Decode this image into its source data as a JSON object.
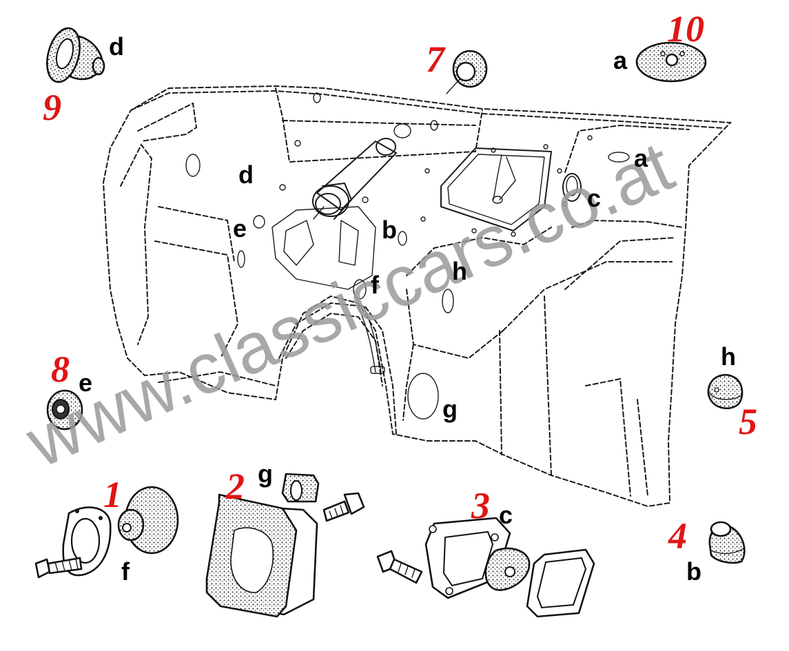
{
  "watermark": "www.classiccars.co.at",
  "colors": {
    "number_red": "#e01515",
    "letter_black": "#000000",
    "line": "#1a1a1a",
    "watermark_gray": "#9a9a9a"
  },
  "panel_letters": {
    "a": "a",
    "b": "b",
    "c": "c",
    "d": "d",
    "e": "e",
    "f": "f",
    "g": "g",
    "h": "h"
  },
  "parts": [
    {
      "number": "1",
      "letter": "f"
    },
    {
      "number": "2",
      "letter": "g"
    },
    {
      "number": "3",
      "letter": "c"
    },
    {
      "number": "4",
      "letter": "b"
    },
    {
      "number": "5",
      "letter": "h"
    },
    {
      "number": "7",
      "letter": ""
    },
    {
      "number": "8",
      "letter": "e"
    },
    {
      "number": "9",
      "letter": "d"
    },
    {
      "number": "10",
      "letter": "a"
    }
  ]
}
